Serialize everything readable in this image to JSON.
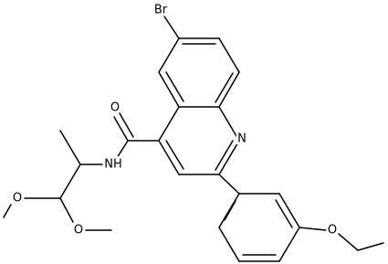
{
  "molecule": {
    "atoms": {
      "bromo": "Br",
      "ring_nitrogen": "N",
      "carbonyl_oxygen": "O",
      "amide_nh": "NH",
      "methoxy_oxygen_upper": "O",
      "methoxy_oxygen_lower": "O",
      "ethoxy_oxygen": "O"
    }
  }
}
